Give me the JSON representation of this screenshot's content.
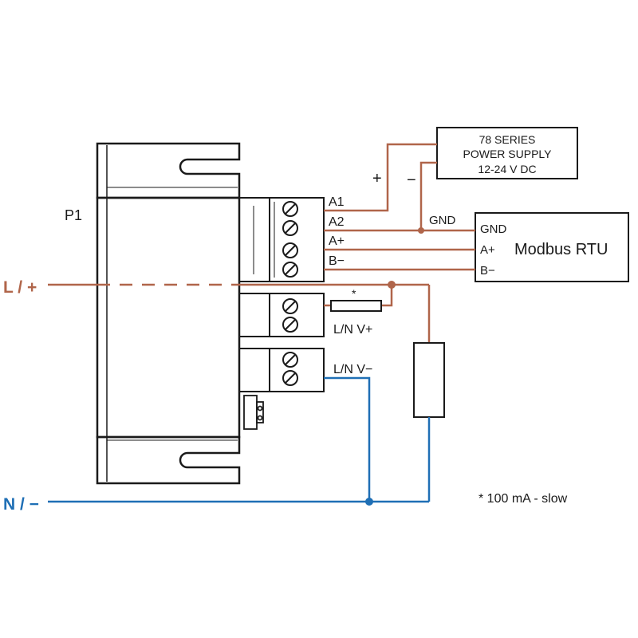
{
  "device_label": "P1",
  "line_label": "L / +",
  "neutral_label": "N / −",
  "power_supply": {
    "line1": "78 SERIES",
    "line2": "POWER SUPPLY",
    "line3": "12-24 V DC",
    "plus": "+",
    "minus": "−"
  },
  "terminals": {
    "a1": "A1",
    "a2": "A2",
    "aplus": "A+",
    "bminus": "B−",
    "gnd": "GND"
  },
  "modbus": {
    "title": "Modbus RTU",
    "gnd": "GND",
    "aplus": "A+",
    "bminus": "B−"
  },
  "supply_labels": {
    "fuse_mark": "*",
    "vplus": "L/N V+",
    "vminus": "L/N V−"
  },
  "footnote": "* 100 mA - slow",
  "colors": {
    "line_wire": "#b0654a",
    "neutral_wire": "#1f6fb5",
    "outline": "#1a1a1a"
  }
}
